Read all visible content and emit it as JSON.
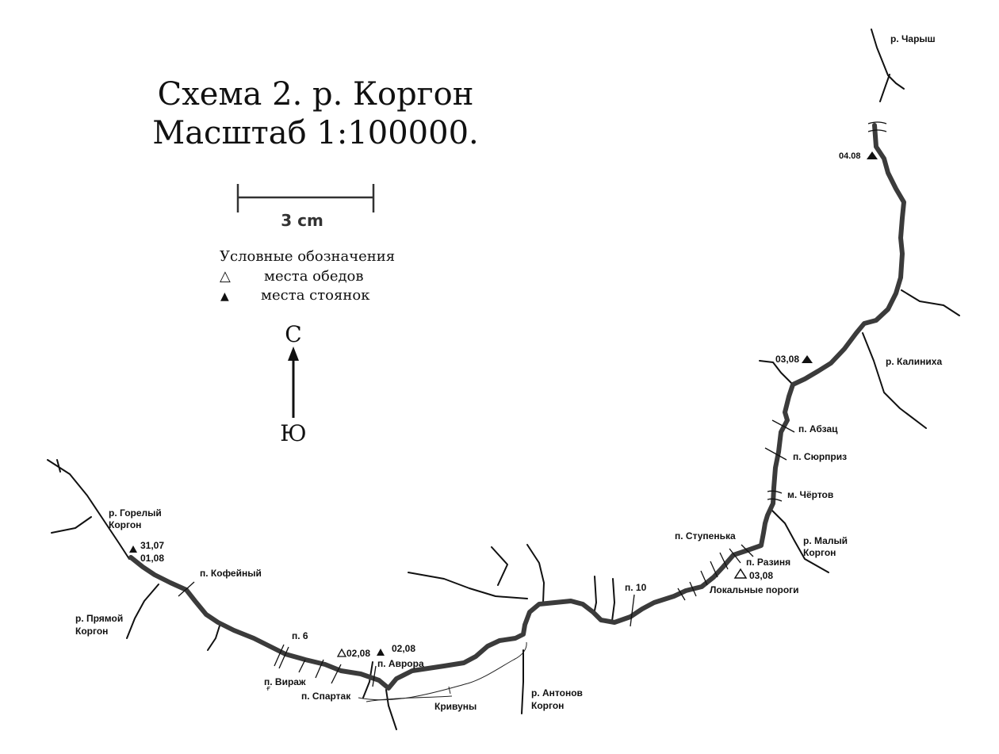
{
  "title": {
    "line1": "Схема 2. р. Коргон",
    "line2": "Масштаб 1:100000."
  },
  "scale_bar": {
    "label": "3 cm"
  },
  "legend": {
    "heading": "Условные обозначения",
    "items": [
      {
        "symbol": "△",
        "label": "места обедов"
      },
      {
        "symbol": "▲",
        "label": "места стоянок"
      }
    ]
  },
  "compass": {
    "north": "С",
    "south": "Ю"
  },
  "labels": {
    "charysh": "р. Чарыш",
    "camp_0408": "04.08",
    "camp_0308": "03,08",
    "kalinikha": "р. Калиниха",
    "abzac": "п. Абзац",
    "syurpriz": "п. Сюрприз",
    "chertov": "м. Чёртов",
    "maly_korgon_1": "р. Малый",
    "maly_korgon_2": "Коргон",
    "stupenka": "п. Ступенька",
    "razinya": "п. Разиня",
    "lunch_0308": "03,08",
    "lokalnye": "Локальные пороги",
    "p10": "п. 10",
    "antonov_1": "р. Антонов",
    "antonov_2": "Коргон",
    "krivuny": "Кривуны",
    "avrora": "п. Аврора",
    "lunch_0208": "02,08",
    "camp_0208": "02,08",
    "spartak": "п. Спартак",
    "virazh": "п. Вираж",
    "p6": "п. 6",
    "kofeyny": "п. Кофейный",
    "pryamoy_1": "р. Прямой",
    "pryamoy_2": "Коргон",
    "gorely_1": "р. Горелый",
    "gorely_2": "Коргон",
    "camp_3107": "31,07",
    "camp_0108": "01,08"
  },
  "colors": {
    "river": "#3b3b3b",
    "ink": "#111111"
  }
}
